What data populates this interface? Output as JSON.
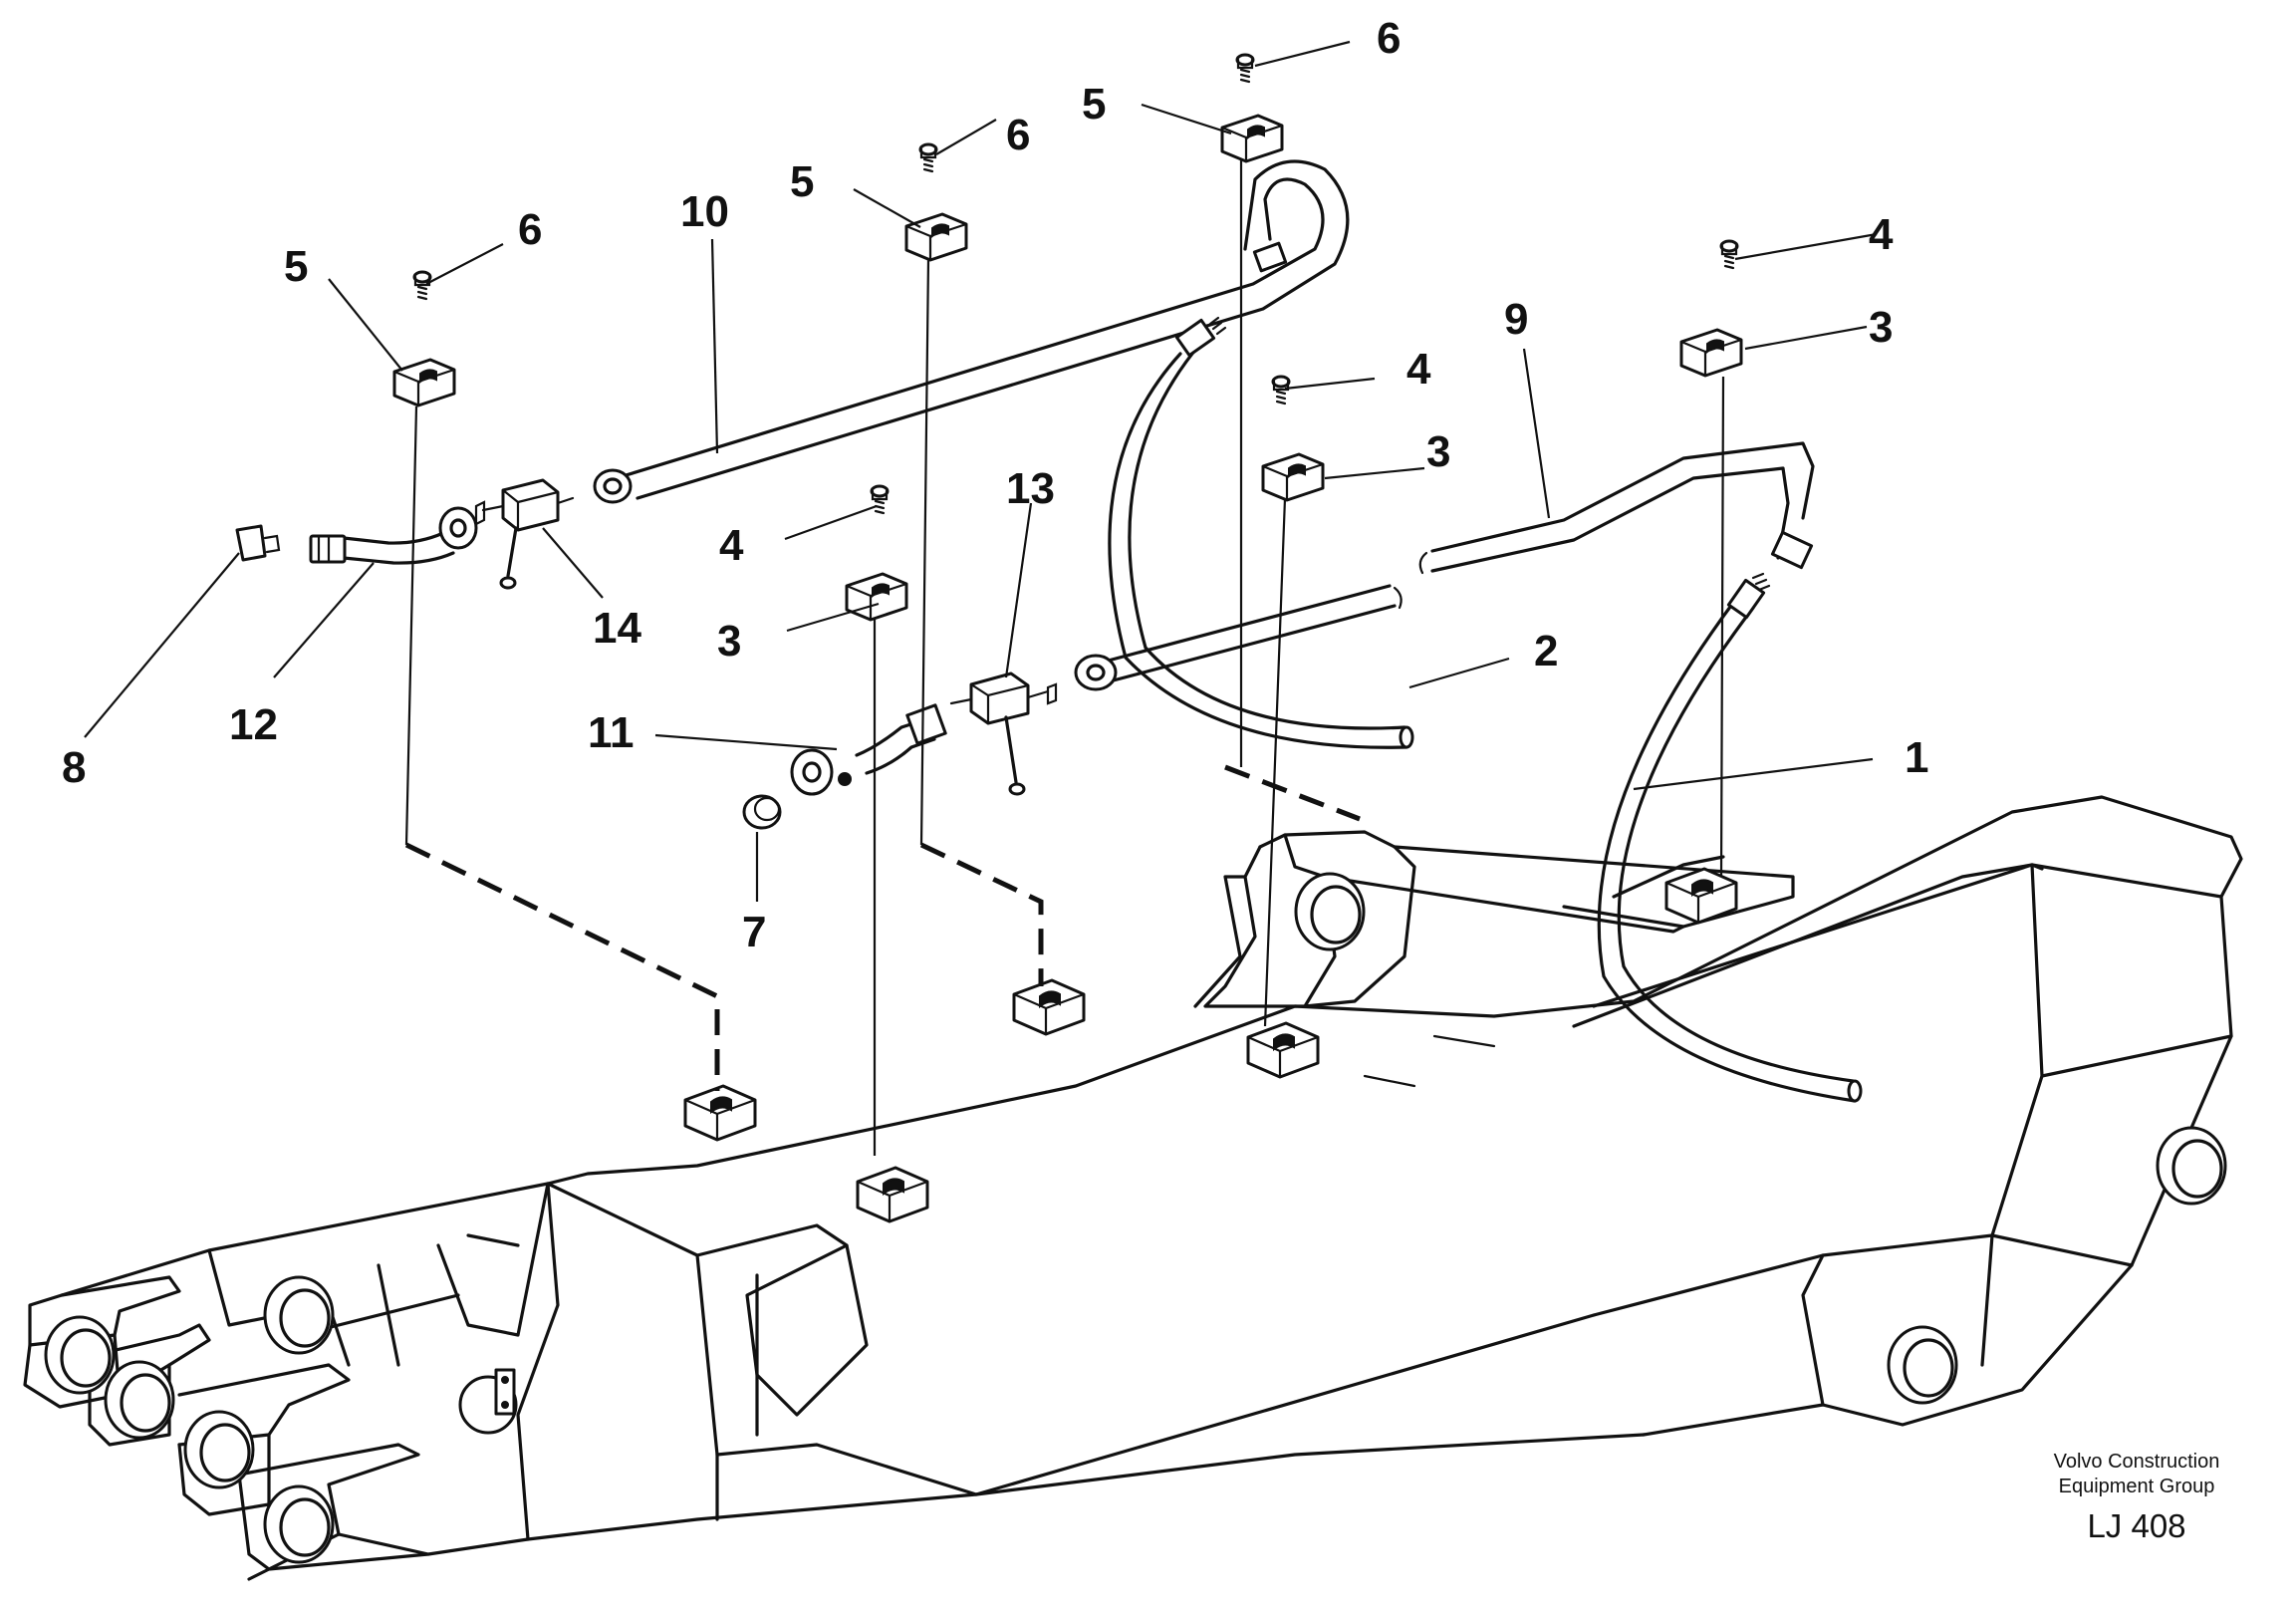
{
  "callouts": [
    {
      "id": "c1",
      "text": "1"
    },
    {
      "id": "c2",
      "text": "2"
    },
    {
      "id": "c3a",
      "text": "3"
    },
    {
      "id": "c3b",
      "text": "3"
    },
    {
      "id": "c3c",
      "text": "3"
    },
    {
      "id": "c4a",
      "text": "4"
    },
    {
      "id": "c4b",
      "text": "4"
    },
    {
      "id": "c4c",
      "text": "4"
    },
    {
      "id": "c5a",
      "text": "5"
    },
    {
      "id": "c5b",
      "text": "5"
    },
    {
      "id": "c5c",
      "text": "5"
    },
    {
      "id": "c6a",
      "text": "6"
    },
    {
      "id": "c6b",
      "text": "6"
    },
    {
      "id": "c6c",
      "text": "6"
    },
    {
      "id": "c7",
      "text": "7"
    },
    {
      "id": "c8",
      "text": "8"
    },
    {
      "id": "c9",
      "text": "9"
    },
    {
      "id": "c10",
      "text": "10"
    },
    {
      "id": "c11",
      "text": "11"
    },
    {
      "id": "c12",
      "text": "12"
    },
    {
      "id": "c13",
      "text": "13"
    },
    {
      "id": "c14",
      "text": "14"
    }
  ],
  "footer": {
    "line1": "Volvo Construction",
    "line2": "Equipment Group",
    "code": "LJ 408"
  }
}
